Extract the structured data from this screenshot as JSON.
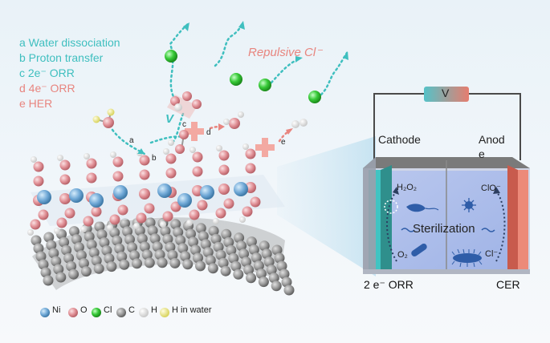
{
  "legend_steps": [
    {
      "text": "a Water dissociation",
      "color": "#3fbfbf"
    },
    {
      "text": "b Proton transfer",
      "color": "#3fbfbf"
    },
    {
      "text": "c 2e⁻ ORR",
      "color": "#3fbfbf"
    },
    {
      "text": "d 4e⁻ ORR",
      "color": "#e8857f"
    },
    {
      "text": "e HER",
      "color": "#e8857f"
    }
  ],
  "repulsive_label": "Repulsive Cl⁻",
  "step_markers": {
    "a": "a",
    "b": "b",
    "c": "c",
    "d": "d",
    "e": "e",
    "v": "V"
  },
  "cell": {
    "voltage": "V",
    "cathode": "Cathode",
    "anode_line1": "Anod",
    "anode_line2": "e",
    "h2o2": "H₂O₂",
    "o2": "O₂",
    "clo": "ClO⁻",
    "cl": "Cl⁻",
    "sterilization": "Sterilization",
    "left_reaction": "2 e⁻ ORR",
    "right_reaction": "CER"
  },
  "atom_legend": [
    {
      "label": "Ni",
      "color": "#6fa8d6"
    },
    {
      "label": "O",
      "color": "#e8939a"
    },
    {
      "label": "Cl",
      "color": "#3ccf3c"
    },
    {
      "label": "C",
      "color": "#9a9a9a"
    },
    {
      "label": "H",
      "color": "#f2f2f2"
    },
    {
      "label": "H in water",
      "color": "#eeea8a"
    }
  ]
}
